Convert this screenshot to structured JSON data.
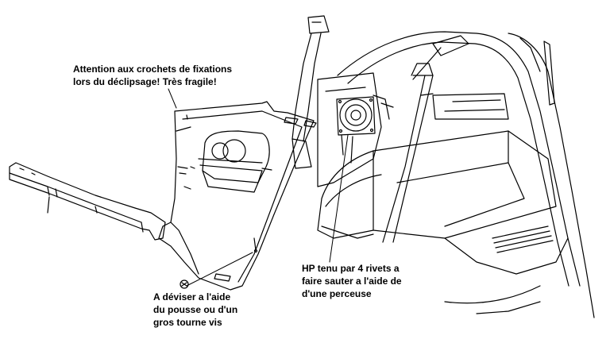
{
  "annotations": {
    "clip_warning": {
      "lines": [
        "Attention aux crochets de fixations",
        "lors du déclipsage! Très fragile!"
      ]
    },
    "speaker_note": {
      "lines": [
        "HP tenu par 4 rivets a",
        "faire sauter a l'aide de",
        "d'une perceuse"
      ]
    },
    "screw_note": {
      "lines": [
        "A déviser a l'aide",
        "du pousse ou d'un",
        "gros tourne vis"
      ]
    }
  },
  "colors": {
    "ink": "#000000",
    "paper": "#ffffff"
  }
}
